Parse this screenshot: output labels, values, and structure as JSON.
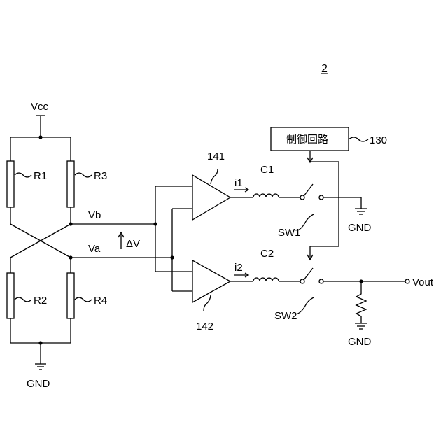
{
  "figure_number": "2",
  "supply": {
    "vcc": "Vcc"
  },
  "resistors": {
    "r1": "R1",
    "r2": "R2",
    "r3": "R3",
    "r4": "R4"
  },
  "nodes": {
    "vb": "Vb",
    "va": "Va",
    "delta_v": "ΔV"
  },
  "amplifiers": {
    "top": "141",
    "bottom": "142"
  },
  "currents": {
    "i1": "i1",
    "i2": "i2"
  },
  "inductors": {
    "c1": "C1",
    "c2": "C2"
  },
  "switches": {
    "sw1": "SW1",
    "sw2": "SW2"
  },
  "controller": {
    "label": "制御回路",
    "ref": "130"
  },
  "grounds": {
    "bridge": "GND",
    "sw1": "GND",
    "output": "GND"
  },
  "output": {
    "vout": "Vout"
  }
}
